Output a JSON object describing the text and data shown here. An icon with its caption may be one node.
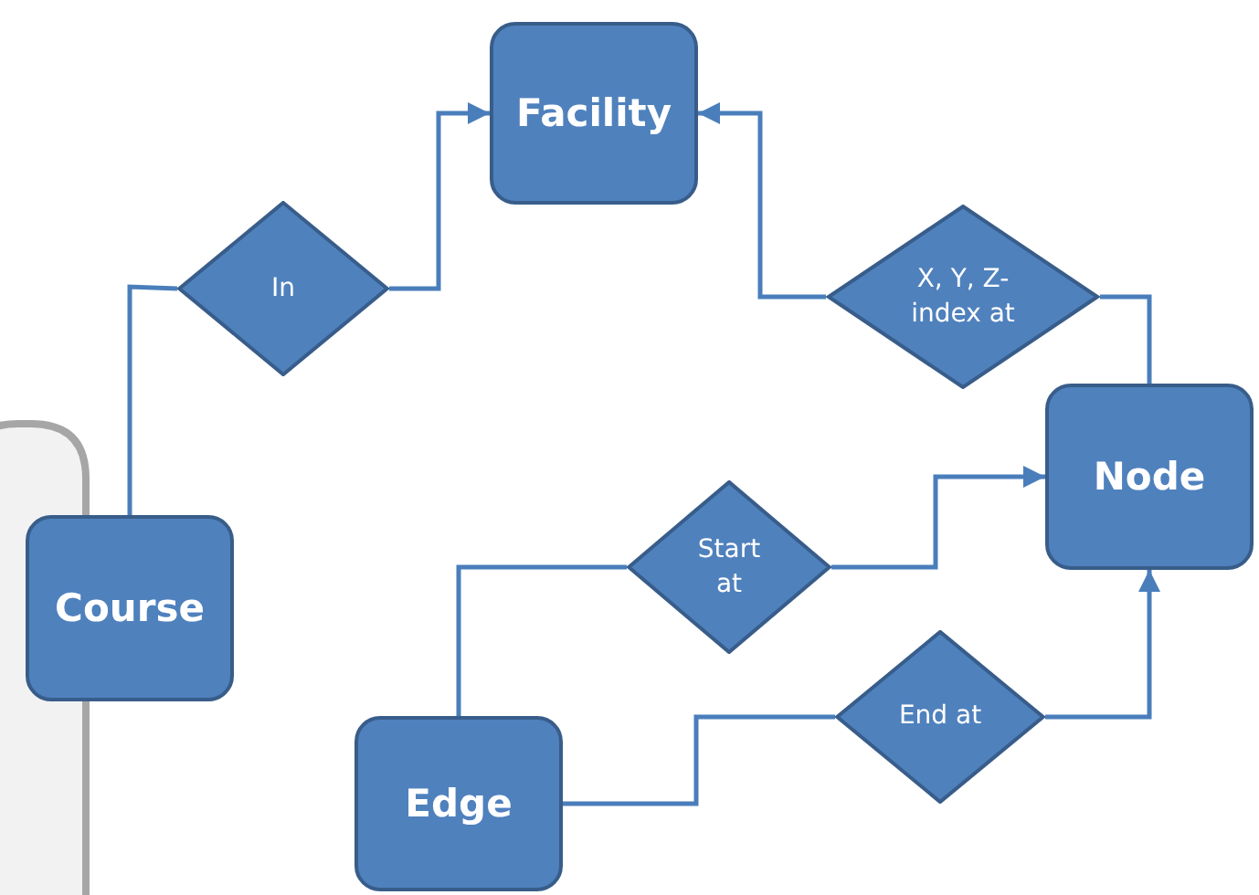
{
  "diagram": {
    "nodes": [
      {
        "text": [
          "Facility"
        ]
      },
      {
        "text": [
          "In"
        ]
      },
      {
        "text": [
          "X, Y, Z-index at"
        ]
      },
      {
        "text": [
          "Node"
        ]
      },
      {
        "text": [
          "Course"
        ]
      },
      {
        "text": [
          "Start at"
        ]
      },
      {
        "text": [
          "Edge"
        ]
      },
      {
        "text": [
          "End at"
        ]
      }
    ],
    "edges": [
      {
        "from": 4,
        "to": 1,
        "arrow": "none"
      },
      {
        "from": 1,
        "to": 0,
        "arrow": "to"
      },
      {
        "from": 3,
        "to": 2,
        "arrow": "none"
      },
      {
        "from": 2,
        "to": 0,
        "arrow": "to"
      },
      {
        "from": 6,
        "to": 5,
        "arrow": "none"
      },
      {
        "from": 5,
        "to": 3,
        "arrow": "to"
      },
      {
        "from": 6,
        "to": 7,
        "arrow": "none"
      },
      {
        "from": 7,
        "to": 3,
        "arrow": "to"
      }
    ]
  }
}
